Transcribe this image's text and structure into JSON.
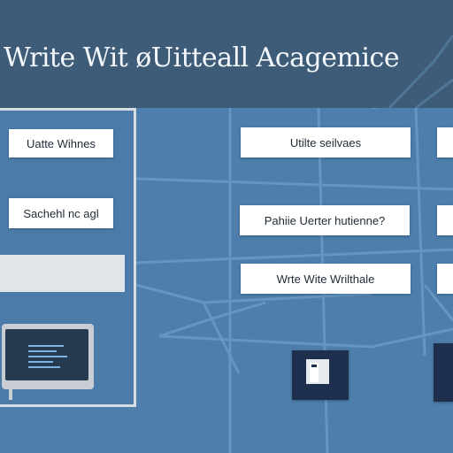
{
  "header": {
    "title": "Write Wit øUitteall Acagemice"
  },
  "left_panel": {
    "cards": [
      {
        "label": "Uatte Wihnes"
      },
      {
        "label": "Sachehl nc agl"
      }
    ]
  },
  "main": {
    "cards": [
      {
        "label": "Utilte seilvaes"
      },
      {
        "label": "Pahiie Uerter hutienne?"
      },
      {
        "label": "Wrte Wite Wrilthale"
      }
    ]
  },
  "colors": {
    "header_bg": "#3e5c78",
    "main_bg": "#4d7eac",
    "card_bg": "#ffffff",
    "device_bg": "#1d2f4d"
  },
  "icons": [
    "monitor-icon",
    "document-device-icon"
  ]
}
